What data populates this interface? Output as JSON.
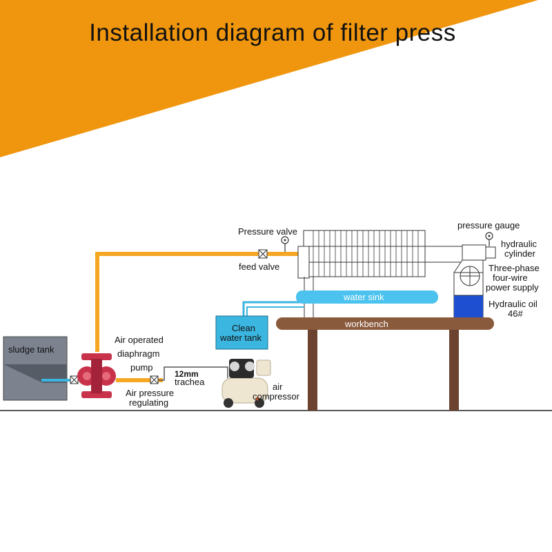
{
  "title": "Installation diagram of filter press",
  "colors": {
    "banner": "#F0960E",
    "pipe": "#F5A623",
    "water_pipe": "#3BB6E0",
    "water_sink": "#4CC3EE",
    "workbench": "#8A5A3C",
    "sludge_tank": "#7C838F",
    "pump": "#C8324A",
    "hydraulic_oil": "#1E4FD0",
    "ground": "#222222"
  },
  "labels": {
    "pressure_valve": "Pressure valve",
    "feed_valve": "feed valve",
    "pressure_gauge": "pressure gauge",
    "hydraulic_cylinder_line1": "hydraulic",
    "hydraulic_cylinder_line2": "cylinder",
    "power_line1": "Three-phase",
    "power_line2": "four-wire",
    "power_line3": "power supply",
    "hydraulic_oil_line1": "Hydraulic oil",
    "hydraulic_oil_line2": "46#",
    "water_sink": "water sink",
    "clean_tank_line1": "Clean",
    "clean_tank_line2": "water tank",
    "workbench": "workbench",
    "sludge_tank": "sludge tank",
    "pump_line1": "Air operated",
    "pump_line2": "diaphragm",
    "pump_line3": "pump",
    "trachea_line1": "12mm",
    "trachea_line2": "trachea",
    "regulating_line1": "Air pressure",
    "regulating_line2": "regulating",
    "compressor_line1": "air",
    "compressor_line2": "compressor"
  }
}
